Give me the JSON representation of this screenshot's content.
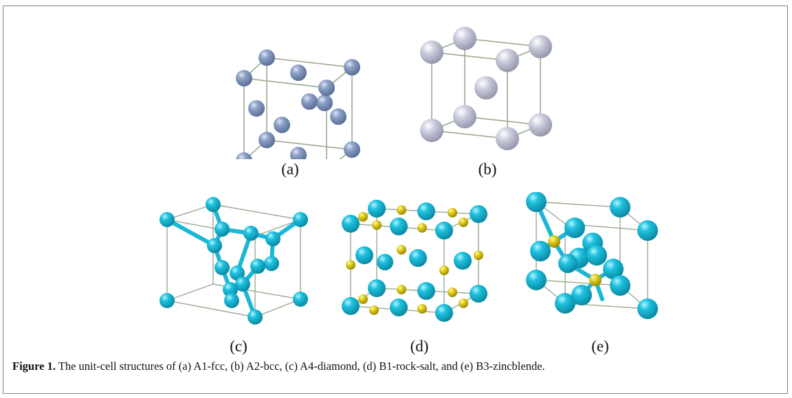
{
  "panels": [
    {
      "id": "a",
      "label": "(a)"
    },
    {
      "id": "b",
      "label": "(b)"
    },
    {
      "id": "c",
      "label": "(c)"
    },
    {
      "id": "d",
      "label": "(d)"
    },
    {
      "id": "e",
      "label": "(e)"
    }
  ],
  "caption": {
    "prefix": "Figure 1.",
    "text": "The unit-cell structures of (a) A1-fcc, (b) A2-bcc, (c) A4-diamond, (d) B1-rock-salt, and (e) B3-zincblende."
  },
  "colors": {
    "fcc_atom": "#7f95bd",
    "bcc_atom": "#c6c8da",
    "cyan_atom": "#1ab8d6",
    "yellow_atom": "#d8c51a",
    "cell_edge": "#9aa890",
    "frame": "#808080"
  }
}
